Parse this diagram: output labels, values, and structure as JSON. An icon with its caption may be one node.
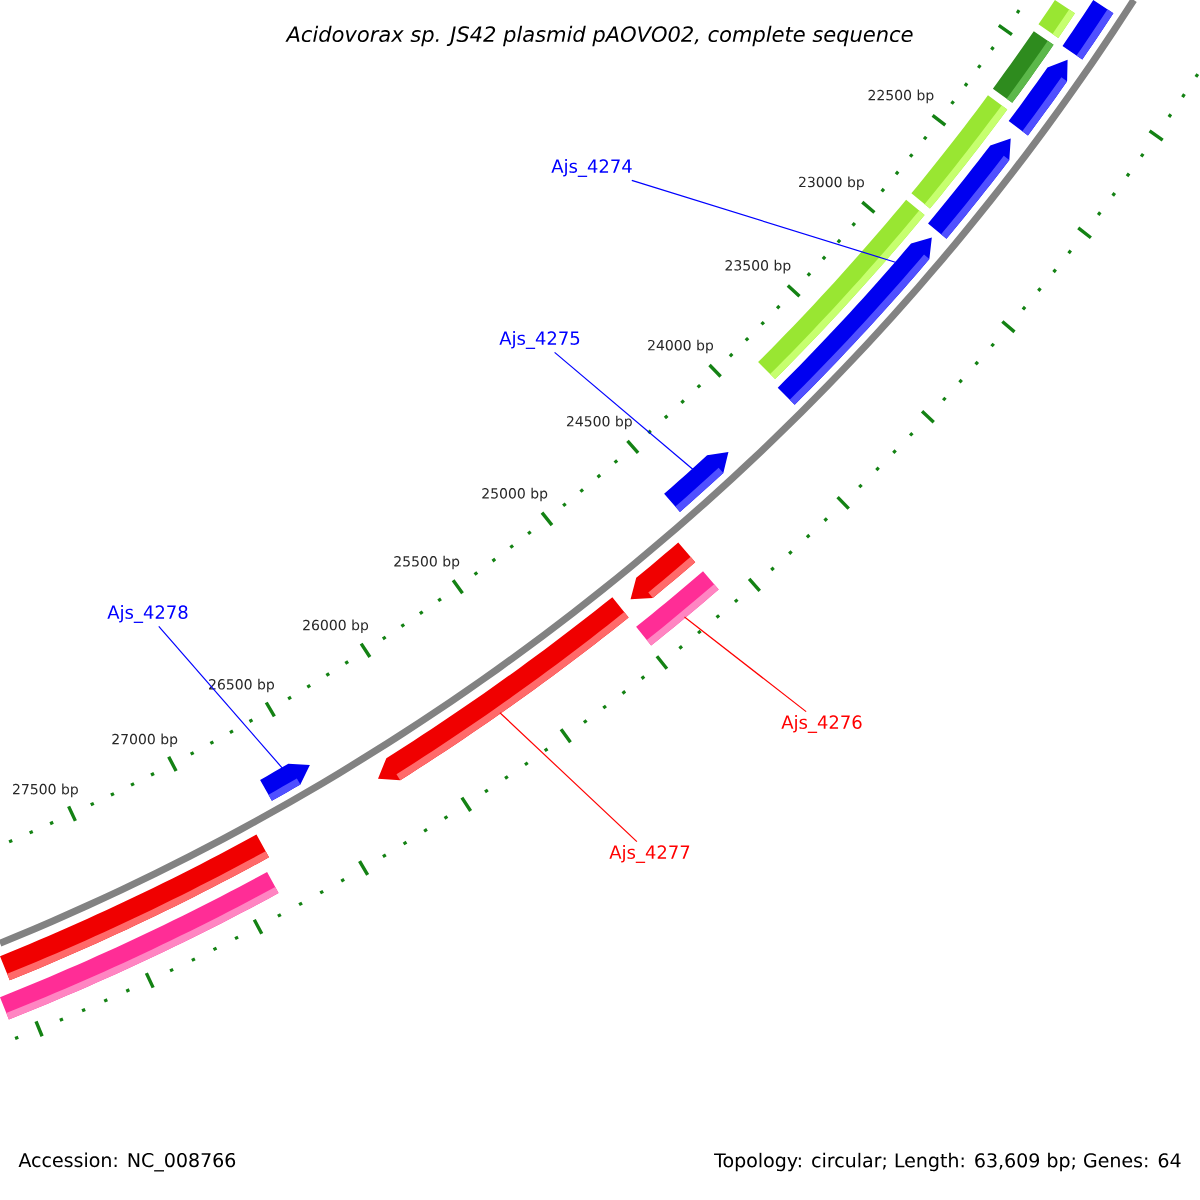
{
  "diagram": {
    "title": "Acidovorax sp. JS42 plasmid pAOVO02, complete sequence",
    "nodes": [
      {
        "text": [
          "Ajs_4274"
        ]
      },
      {
        "text": [
          "Ajs_4275"
        ]
      },
      {
        "text": [
          "Ajs_4278"
        ]
      },
      {
        "text": [
          "Ajs_4276"
        ]
      },
      {
        "text": [
          "Ajs_4277"
        ]
      },
      {
        "text": [],
        "shape": "arrow"
      },
      {
        "text": [],
        "shape": "arrow"
      },
      {
        "text": [],
        "shape": "bar"
      },
      {
        "text": [],
        "shape": "arrow"
      },
      {
        "text": [],
        "shape": "arrow"
      }
    ],
    "edges": [
      {
        "from": 0,
        "to": 5,
        "arrow": "none",
        "color": "#0000ff"
      },
      {
        "from": 1,
        "to": 6,
        "arrow": "none",
        "color": "#0000ff"
      },
      {
        "from": 2,
        "to": 9,
        "arrow": "none",
        "color": "#0000ff"
      },
      {
        "from": 3,
        "to": 7,
        "arrow": "none",
        "color": "#ff0000"
      },
      {
        "from": 4,
        "to": 8,
        "arrow": "none",
        "color": "#ff0000"
      }
    ],
    "labels": [
      "22500 bp",
      "23000 bp",
      "23500 bp",
      "24000 bp",
      "24500 bp",
      "25000 bp",
      "25500 bp",
      "26000 bp",
      "26500 bp",
      "27000 bp",
      "27500 bp",
      "Accession: NC_008766",
      "Topology: circular; Length: 63,609 bp; Genes: 64"
    ]
  }
}
